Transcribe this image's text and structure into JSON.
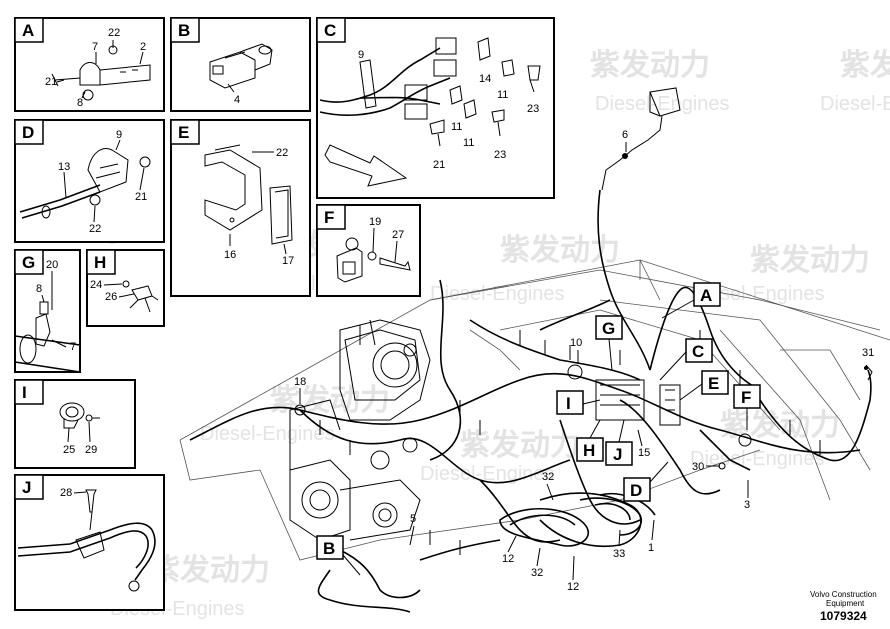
{
  "watermark": {
    "brand": "紫发动力",
    "sub": "Diesel-Engines"
  },
  "panels": [
    {
      "letter": "A",
      "parts": [
        "22",
        "7",
        "2",
        "21",
        "8"
      ]
    },
    {
      "letter": "B",
      "parts": [
        "4"
      ]
    },
    {
      "letter": "C",
      "parts": [
        "9",
        "14",
        "11",
        "23",
        "11",
        "11",
        "23",
        "21"
      ]
    },
    {
      "letter": "D",
      "parts": [
        "9",
        "13",
        "21",
        "22"
      ]
    },
    {
      "letter": "E",
      "parts": [
        "22",
        "16",
        "17"
      ]
    },
    {
      "letter": "F",
      "parts": [
        "19",
        "27"
      ]
    },
    {
      "letter": "G",
      "parts": [
        "20",
        "8",
        "7"
      ]
    },
    {
      "letter": "H",
      "parts": [
        "24",
        "26"
      ]
    },
    {
      "letter": "I",
      "parts": [
        "25",
        "29"
      ]
    },
    {
      "letter": "J",
      "parts": [
        "28"
      ]
    }
  ],
  "callouts": [
    "A",
    "G",
    "C",
    "E",
    "F",
    "I",
    "H",
    "J",
    "D",
    "B"
  ],
  "main_parts": [
    "6",
    "31",
    "10",
    "18",
    "15",
    "30",
    "3",
    "32",
    "5",
    "12",
    "32",
    "33",
    "1",
    "12"
  ],
  "caption": {
    "line1": "Volvo Construction",
    "line2": "Equipment",
    "number": "1079324"
  }
}
